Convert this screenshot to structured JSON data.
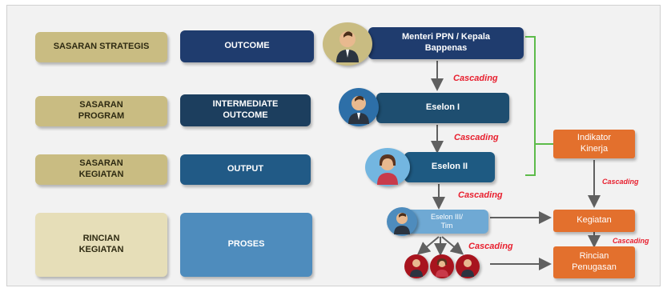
{
  "levels": [
    {
      "left": "SASARAN STRATEGIS",
      "middle": "OUTCOME"
    },
    {
      "left": "SASARAN\nPROGRAM",
      "middle": "INTERMEDIATE\nOUTCOME"
    },
    {
      "left": "SASARAN\nKEGIATAN",
      "middle": "OUTPUT"
    },
    {
      "left": "RINCIAN\nKEGIATAN",
      "middle": "PROSES"
    }
  ],
  "chain": {
    "menteri": "Menteri PPN / Kepala\nBappenas",
    "eselon1": "Eselon I",
    "eselon2": "Eselon II",
    "eselon3": "Eselon III/\nTim"
  },
  "right": {
    "indikator": "Indikator\nKinerja",
    "kegiatan": "Kegiatan",
    "rincian": "Rincian\nPenugasan"
  },
  "annotations": {
    "cascading": "Cascading"
  },
  "colors": {
    "left_box": "#c9bc82",
    "left_box_last": "#e6deb8",
    "outcome": "#1f3c6e",
    "intermediate": "#1c3e5e",
    "output": "#215a86",
    "proses": "#4e8cbd",
    "eselon": "#1e4e70",
    "eselon3": "#6fa9d4",
    "orange": "#e3702d",
    "cascading_text": "#e8202f",
    "bracket": "#5dbb4a"
  }
}
